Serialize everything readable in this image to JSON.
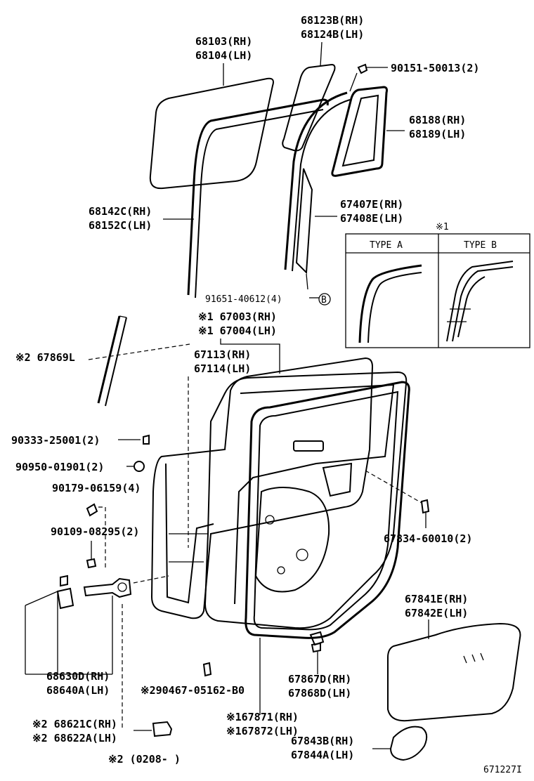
{
  "diagram_id": "671227I",
  "type_box": {
    "note_mark": "※1",
    "type_a": "TYPE A",
    "type_b": "TYPE B"
  },
  "labels": {
    "p68103": "68103(RH)",
    "p68104": "68104(LH)",
    "p68123b": "68123B(RH)",
    "p68124b": "68124B(LH)",
    "p90151": "90151-50013(2)",
    "p68188": "68188(RH)",
    "p68189": "68189(LH)",
    "p67407e": "67407E(RH)",
    "p67408e": "67408E(LH)",
    "p68142c": "68142C(RH)",
    "p68152c": "68152C(LH)",
    "p91651": "91651-40612(4)",
    "p91651_b": "B",
    "p67003": "※1 67003(RH)",
    "p67004": "※1 67004(LH)",
    "p67869l": "※2 67869L",
    "p67113": "67113(RH)",
    "p67114": "67114(LH)",
    "p90333": "90333-25001(2)",
    "p90950": "90950-01901(2)",
    "p90179": "90179-06159(4)",
    "p90109": "90109-08295(2)",
    "p67834": "67834-60010(2)",
    "p67841e": "67841E(RH)",
    "p67842e": "67842E(LH)",
    "p68630d": "68630D(RH)",
    "p68640a": "68640A(LH)",
    "p90467": "※290467-05162-B0",
    "p67867d": "67867D(RH)",
    "p67868d": "67868D(LH)",
    "p68621c": "※2 68621C(RH)",
    "p68622a": "※2 68622A(LH)",
    "p67871": "※167871(RH)",
    "p67872": "※167872(LH)",
    "p67843b": "67843B(RH)",
    "p67844a": "67844A(LH)",
    "p0208": "※2 (0208-     )"
  }
}
